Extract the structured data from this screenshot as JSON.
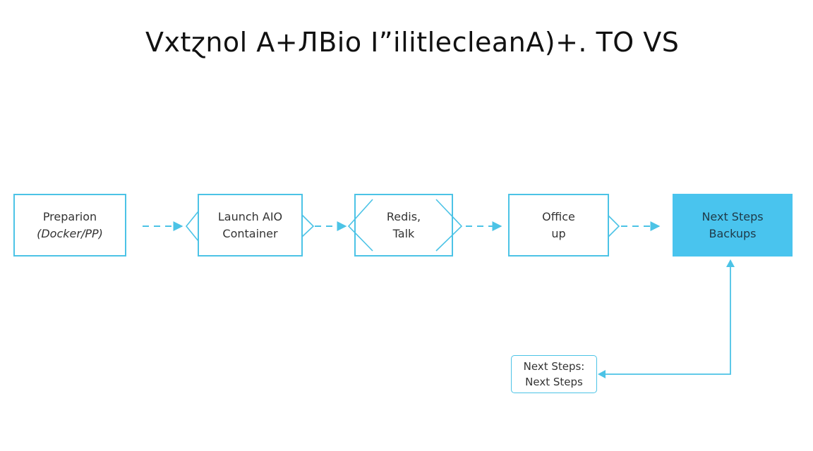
{
  "title": "Vxtɀnol A+ЛBio I”ilitlecleanA)+. TO VS",
  "nodes": [
    {
      "id": "prep",
      "lines": [
        "Preparion",
        "(Docker/PP)"
      ]
    },
    {
      "id": "launch",
      "lines": [
        "Launch AIO",
        "Container"
      ]
    },
    {
      "id": "redis",
      "lines": [
        "Redis,",
        "Talk"
      ]
    },
    {
      "id": "office",
      "lines": [
        "Office",
        "up"
      ]
    },
    {
      "id": "next",
      "lines": [
        "Next Steps",
        "Backups"
      ]
    },
    {
      "id": "next2",
      "lines": [
        "Next Steps:",
        "Next Steps"
      ]
    }
  ],
  "colors": {
    "accent": "#4cc3e6",
    "fill": "#49c4ee"
  }
}
